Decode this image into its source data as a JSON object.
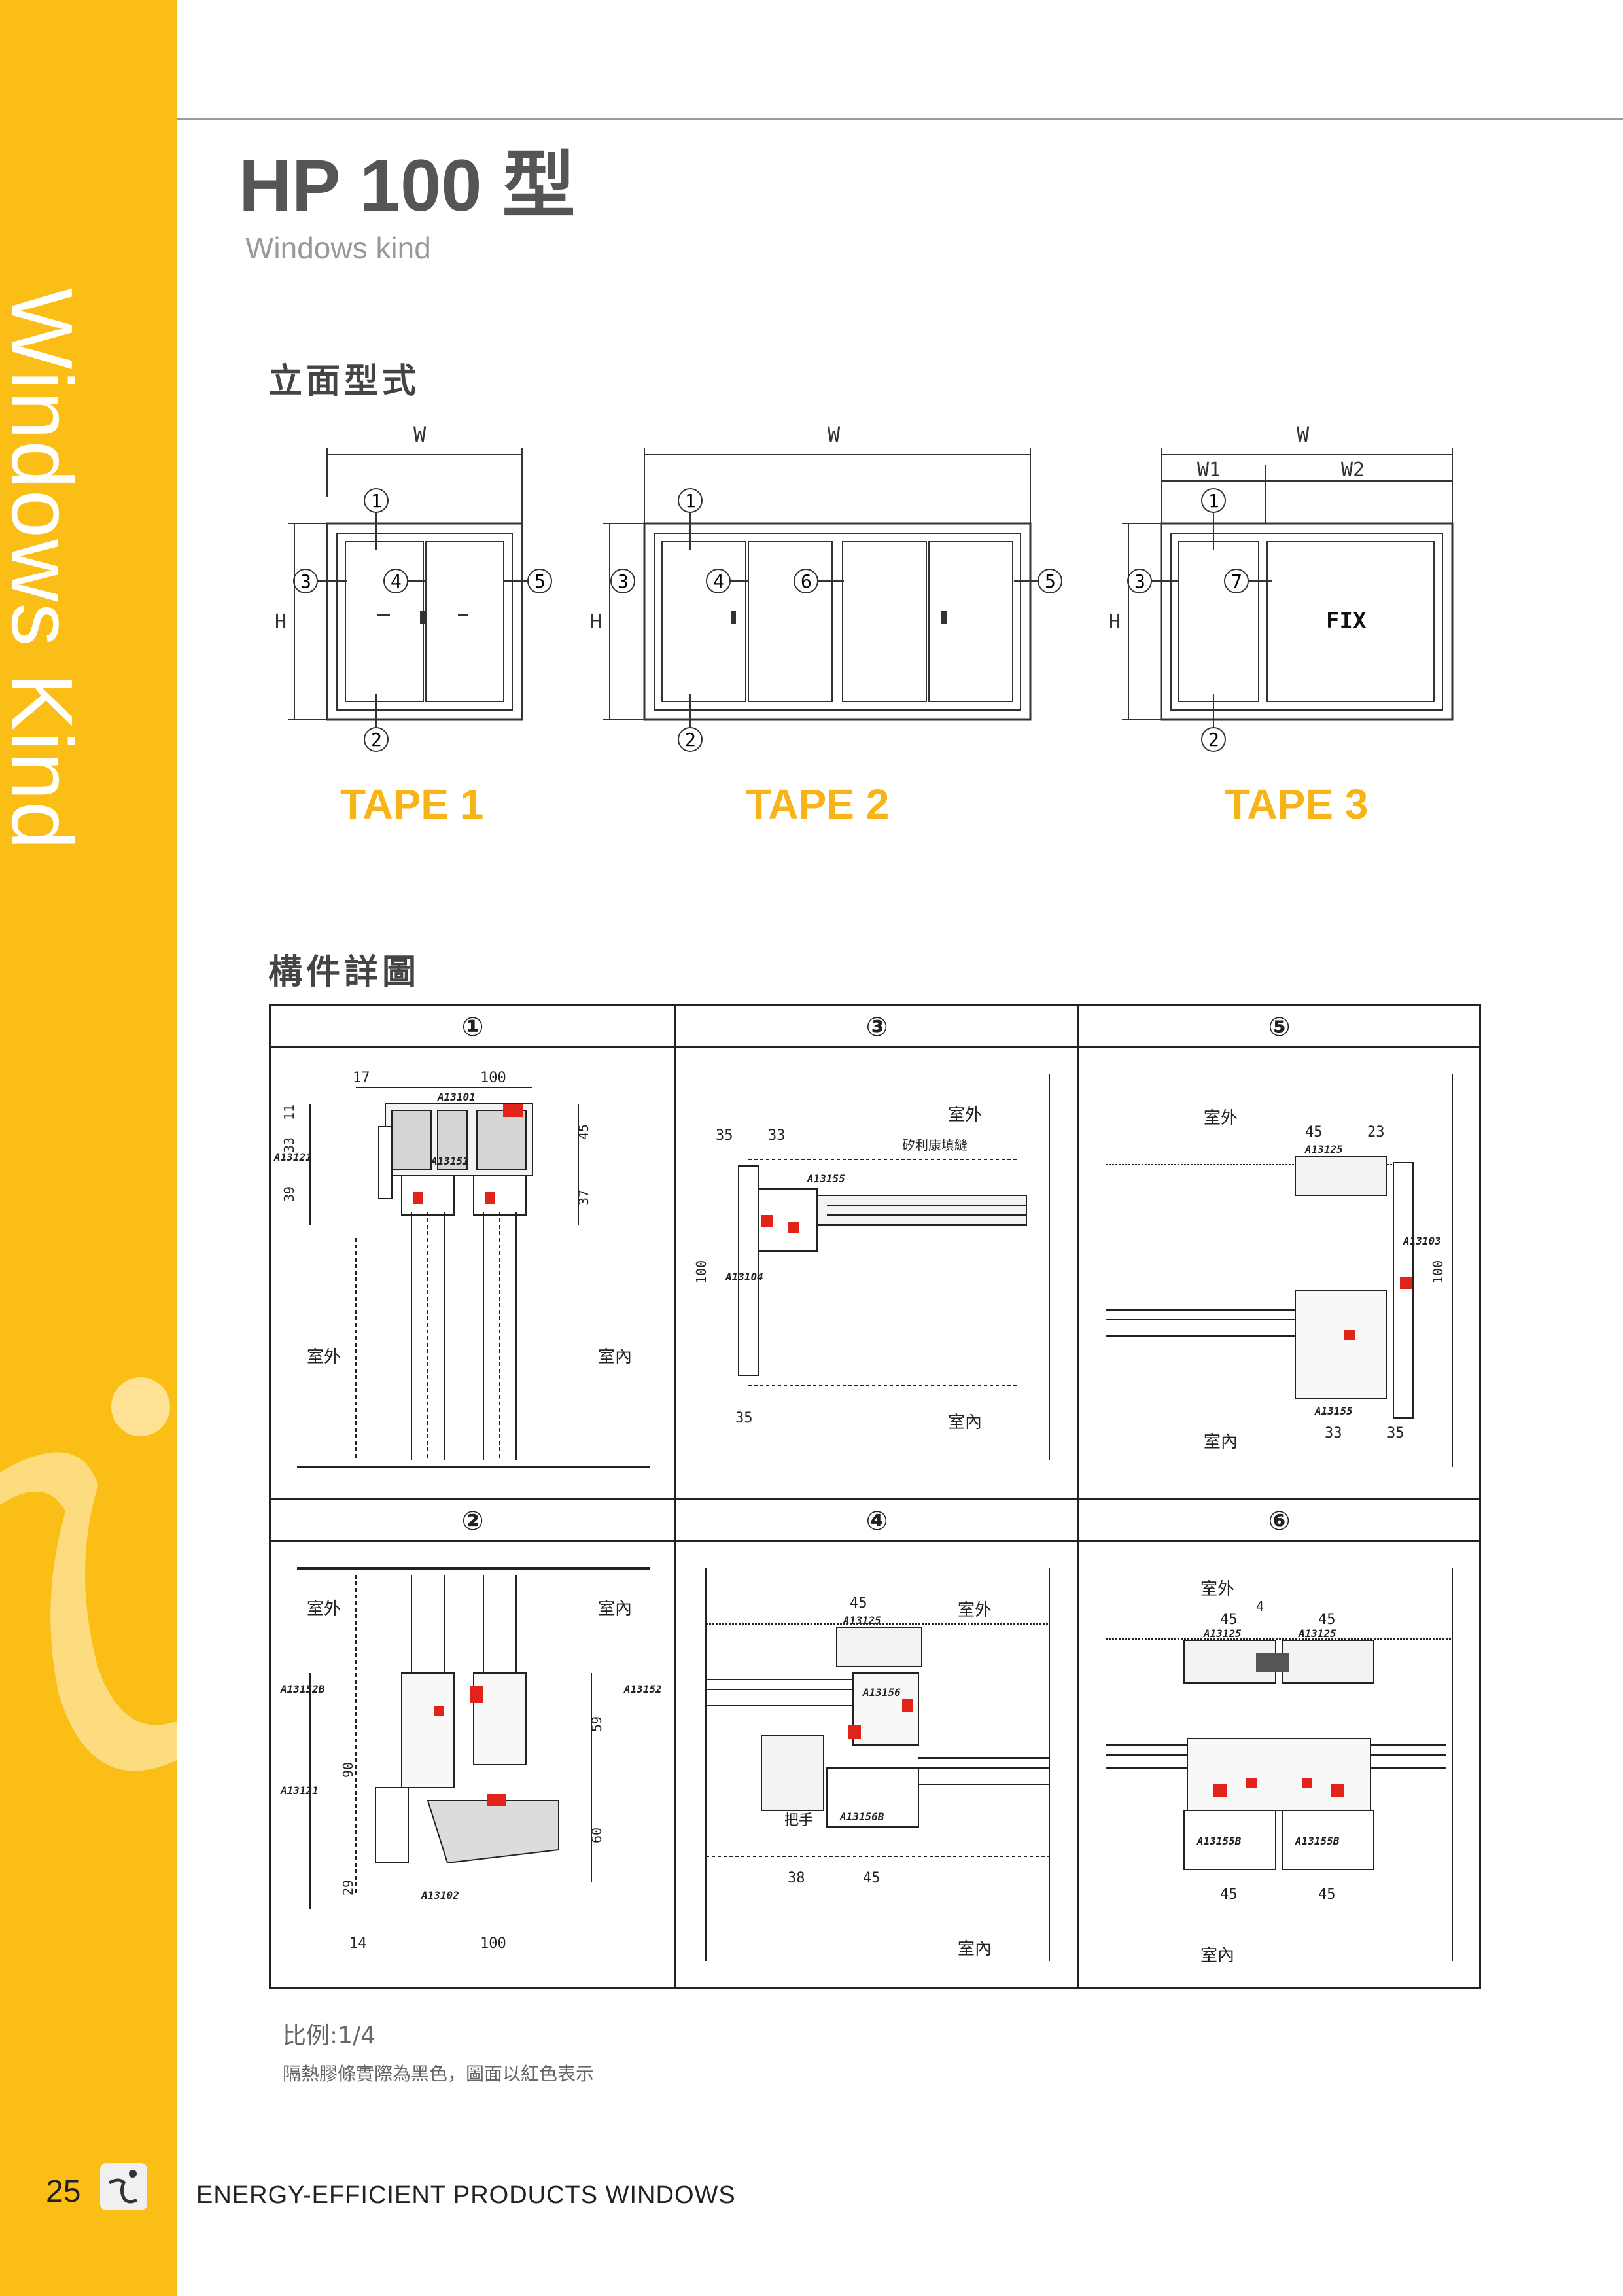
{
  "sidebar": {
    "vertical_title": "Windows Kind"
  },
  "header": {
    "model": "HP 100 型",
    "subtitle": "Windows kind"
  },
  "elevation": {
    "heading": "立面型式",
    "tapes": [
      "TAPE 1",
      "TAPE 2",
      "TAPE 3"
    ],
    "dims": {
      "w": "W",
      "w1": "W1",
      "w2": "W2",
      "h": "H",
      "fix": "FIX"
    }
  },
  "details": {
    "heading": "構件詳圖",
    "cells": [
      {
        "num": "①",
        "outside": "室外",
        "inside": "室內",
        "parts": [
          "A13101",
          "A13151",
          "A13121"
        ],
        "dims": [
          "17",
          "100",
          "11",
          "33",
          "39",
          "45",
          "37"
        ]
      },
      {
        "num": "③",
        "outside": "室外",
        "inside": "室內",
        "note": "矽利康填縫",
        "parts": [
          "A13155",
          "A13104"
        ],
        "dims": [
          "35",
          "33",
          "100",
          "35"
        ]
      },
      {
        "num": "⑤",
        "outside": "室外",
        "inside": "室內",
        "parts": [
          "A13125",
          "A13103",
          "A13155"
        ],
        "dims": [
          "45",
          "23",
          "100",
          "33",
          "35"
        ]
      },
      {
        "num": "②",
        "outside": "室外",
        "inside": "室內",
        "parts": [
          "A13152B",
          "A13152",
          "A13121",
          "A13102"
        ],
        "dims": [
          "90",
          "59",
          "29",
          "60",
          "14",
          "100"
        ]
      },
      {
        "num": "④",
        "outside": "室外",
        "inside": "室內",
        "handle": "把手",
        "parts": [
          "A13125",
          "A13156",
          "A13156B"
        ],
        "dims": [
          "45",
          "38",
          "45"
        ]
      },
      {
        "num": "⑥",
        "outside": "室外",
        "inside": "室內",
        "parts": [
          "A13125",
          "A13125",
          "A13155B",
          "A13155B"
        ],
        "dims": [
          "4",
          "45",
          "45",
          "45",
          "45"
        ]
      }
    ]
  },
  "scale": "比例:1/4",
  "note": "隔熱膠條實際為黑色，圖面以紅色表示",
  "footer": {
    "page": "25",
    "text": "ENERGY-EFFICIENT PRODUCTS WINDOWS"
  },
  "colors": {
    "accent": "#FBBE17",
    "tape": "#F7B418",
    "gasket": "#E2231A"
  }
}
